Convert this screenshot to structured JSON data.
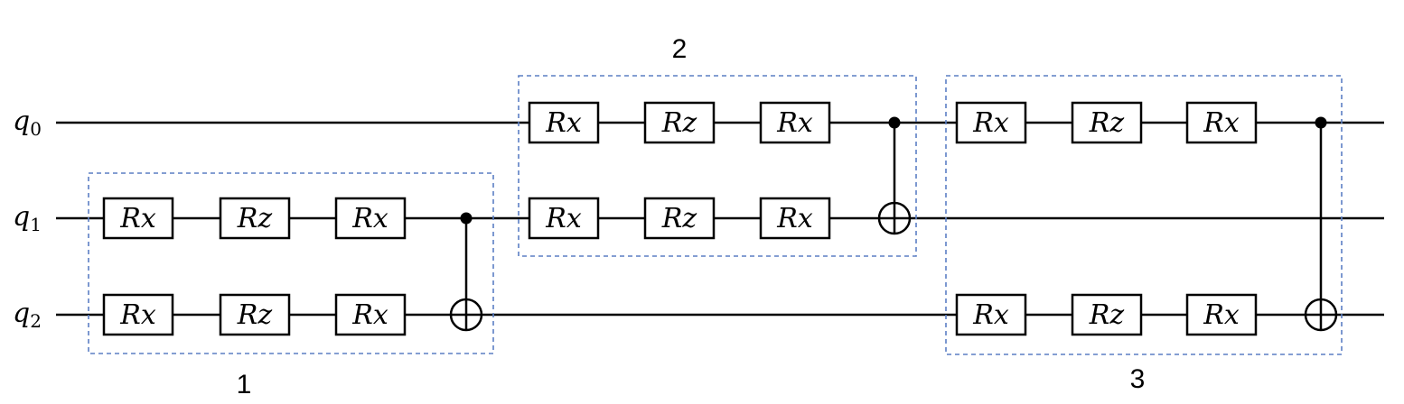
{
  "qubits": [
    {
      "name": "q",
      "index": "0"
    },
    {
      "name": "q",
      "index": "1"
    },
    {
      "name": "q",
      "index": "2"
    }
  ],
  "blocks": [
    {
      "label": "1",
      "layers": [
        {
          "qubit": 1,
          "gates": [
            "Rx",
            "Rz",
            "Rx"
          ]
        },
        {
          "qubit": 2,
          "gates": [
            "Rx",
            "Rz",
            "Rx"
          ]
        }
      ],
      "cnot": {
        "control": 1,
        "target": 2
      }
    },
    {
      "label": "2",
      "layers": [
        {
          "qubit": 0,
          "gates": [
            "Rx",
            "Rz",
            "Rx"
          ]
        },
        {
          "qubit": 1,
          "gates": [
            "Rx",
            "Rz",
            "Rx"
          ]
        }
      ],
      "cnot": {
        "control": 0,
        "target": 1
      }
    },
    {
      "label": "3",
      "layers": [
        {
          "qubit": 0,
          "gates": [
            "Rx",
            "Rz",
            "Rx"
          ]
        },
        {
          "qubit": 2,
          "gates": [
            "Rx",
            "Rz",
            "Rx"
          ]
        }
      ],
      "cnot": {
        "control": 0,
        "target": 2
      }
    }
  ],
  "colors": {
    "wire": "#000000",
    "block_border": "#5b7fc4"
  }
}
